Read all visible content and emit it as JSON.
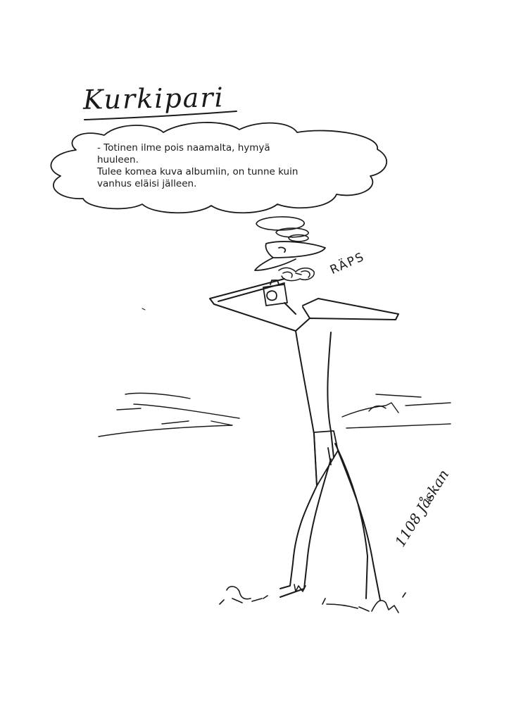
{
  "comic": {
    "title": "Kurkipari",
    "speech": [
      "- Totinen ilme pois naamalta, hymyä",
      "huuleen.",
      "Tulee komea kuva albumiin, on tunne kuin",
      "vanhus eläisi jälleen."
    ],
    "sound_effect": "RÄPS",
    "signature": "1108 Jåskan"
  },
  "colors": {
    "ink": "#1a1a1a",
    "paper": "#ffffff"
  }
}
